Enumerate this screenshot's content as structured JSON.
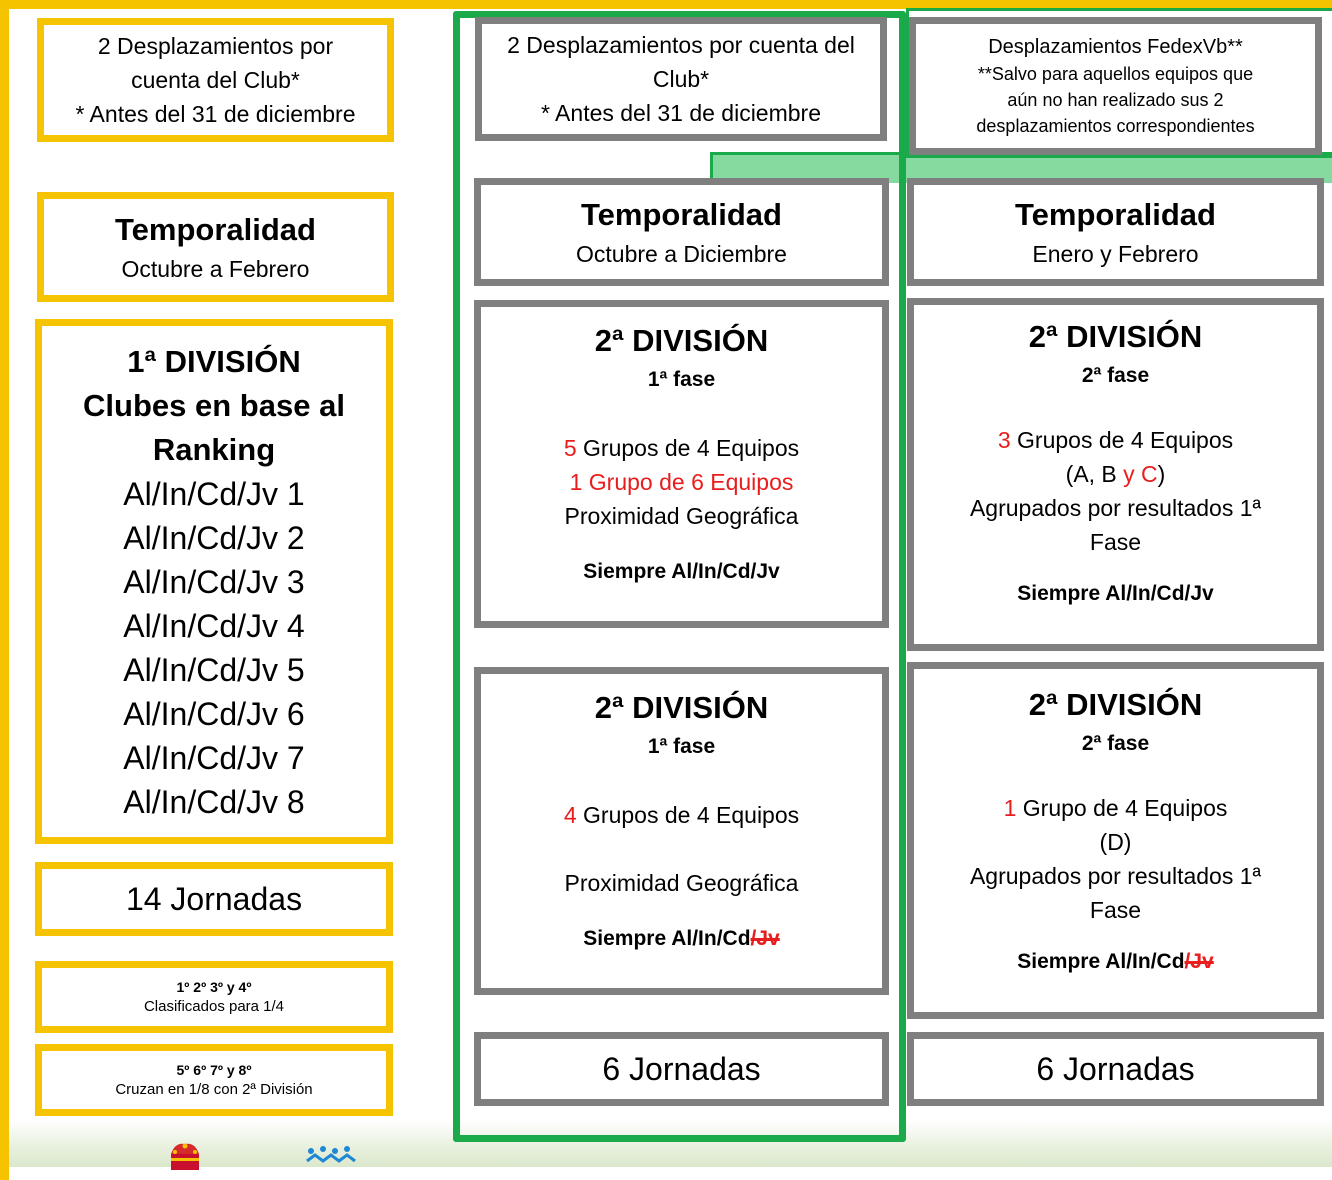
{
  "colors": {
    "yellow": "#f6c300",
    "green": "#1aaa4a",
    "gray": "#7f7f7f",
    "red": "#e81d1d"
  },
  "col1": {
    "travel": [
      "2 Desplazamientos por",
      "cuenta del Club*",
      "* Antes del 31 de diciembre"
    ],
    "temp_title": "Temporalidad",
    "temp_value": "Octubre a Febrero",
    "div_lines": [
      "1ª DIVISIÓN",
      "Clubes en base al",
      "Ranking"
    ],
    "ranking": [
      "Al/In/Cd/Jv 1",
      "Al/In/Cd/Jv 2",
      "Al/In/Cd/Jv 3",
      "Al/In/Cd/Jv 4",
      "Al/In/Cd/Jv 5",
      "Al/In/Cd/Jv 6",
      "Al/In/Cd/Jv 7",
      "Al/In/Cd/Jv 8"
    ],
    "jornadas": "14 Jornadas",
    "qual1_title": "1º 2º 3º y 4º",
    "qual1_text": "Clasificados para 1/4",
    "qual2_title": "5º 6º 7º y 8º",
    "qual2_text": "Cruzan en 1/8 con 2ª División"
  },
  "col2": {
    "travel": [
      "2 Desplazamientos por cuenta del",
      "Club*",
      "* Antes del 31 de diciembre"
    ],
    "temp_title": "Temporalidad",
    "temp_value": "Octubre a Diciembre",
    "box1": {
      "title": "2ª DIVISIÓN",
      "phase": "1ª fase",
      "num": "5",
      "groups": " Grupos de 4 Equipos",
      "extra": "1 Grupo de 6 Equipos",
      "proximity": "Proximidad Geográfica",
      "always": "Siempre Al/In/Cd/Jv"
    },
    "box2": {
      "title": "2ª DIVISIÓN",
      "phase": "1ª fase",
      "num": "4",
      "groups": " Grupos de 4 Equipos",
      "proximity": "Proximidad Geográfica",
      "always": "Siempre Al/In/Cd",
      "struck": "/Jv"
    },
    "jornadas": "6 Jornadas"
  },
  "col3": {
    "travel_title": "Desplazamientos FedexVb**",
    "travel_note": [
      "**Salvo para aquellos equipos que",
      "aún no han realizado sus 2",
      "desplazamientos correspondientes"
    ],
    "temp_title": "Temporalidad",
    "temp_value": "Enero y Febrero",
    "box1": {
      "title": "2ª DIVISIÓN",
      "phase": "2ª fase",
      "num": "3",
      "groups": " Grupos de 4 Equipos",
      "letters_a": "(A, B ",
      "letters_b": "y C",
      "letters_c": ")",
      "grouped": [
        "Agrupados por resultados 1ª",
        "Fase"
      ],
      "always": "Siempre Al/In/Cd/Jv"
    },
    "box2": {
      "title": "2ª DIVISIÓN",
      "phase": "2ª fase",
      "num": "1",
      "groups": " Grupo de 4 Equipos",
      "letter": "(D)",
      "grouped": [
        "Agrupados por resultados 1ª",
        "Fase"
      ],
      "always": "Siempre Al/In/Cd",
      "struck": "/Jv"
    },
    "jornadas": "6 Jornadas"
  },
  "logos": [
    "crown-logo",
    "federation-logo"
  ]
}
